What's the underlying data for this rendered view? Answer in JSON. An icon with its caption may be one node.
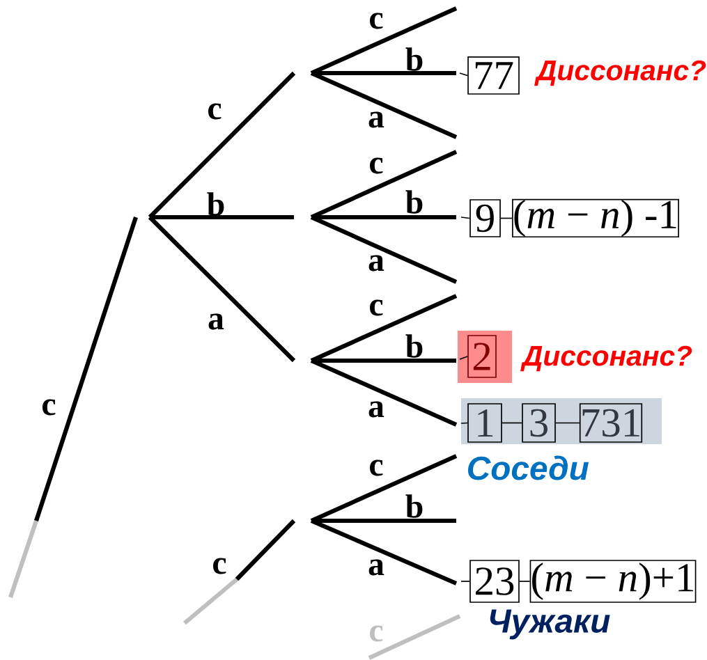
{
  "diagram": {
    "nodes": [
      {
        "text": [
          "77"
        ],
        "beside": [
          "Диссонанс?"
        ]
      },
      {
        "text": [
          "9"
        ]
      },
      {
        "text": [
          "(*m* − *n*) -1"
        ]
      },
      {
        "text": [],
        "shape": "box",
        "beside": [
          "Диссонанс?"
        ]
      },
      {
        "text": [
          "2"
        ],
        "in": 3
      },
      {
        "text": [],
        "shape": "box"
      },
      {
        "text": [
          "1"
        ],
        "in": 5
      },
      {
        "text": [
          "3"
        ],
        "in": 5
      },
      {
        "text": [
          "731"
        ],
        "in": 5
      },
      {
        "text": [
          "23"
        ]
      },
      {
        "text": [
          "(*m* − *n*)+1"
        ]
      }
    ],
    "edges": [
      {
        "from": null,
        "to": 0,
        "arrow": "none"
      },
      {
        "from": null,
        "to": 1,
        "arrow": "none"
      },
      {
        "from": 1,
        "to": 2,
        "arrow": "none"
      },
      {
        "from": null,
        "to": 4,
        "arrow": "none"
      },
      {
        "from": null,
        "to": 6,
        "arrow": "none"
      },
      {
        "from": 6,
        "to": 7,
        "arrow": "none"
      },
      {
        "from": 7,
        "to": 8,
        "arrow": "none"
      },
      {
        "from": null,
        "to": 9,
        "arrow": "none"
      },
      {
        "from": 9,
        "to": 10,
        "arrow": "none"
      }
    ],
    "labels": [
      "c",
      "b",
      "c",
      "a",
      "c",
      "b",
      "b",
      "a",
      "c",
      "a",
      "b",
      "c",
      "a",
      "c",
      "Соседи",
      "b",
      "c",
      "a",
      "Чужаки",
      "c"
    ]
  }
}
